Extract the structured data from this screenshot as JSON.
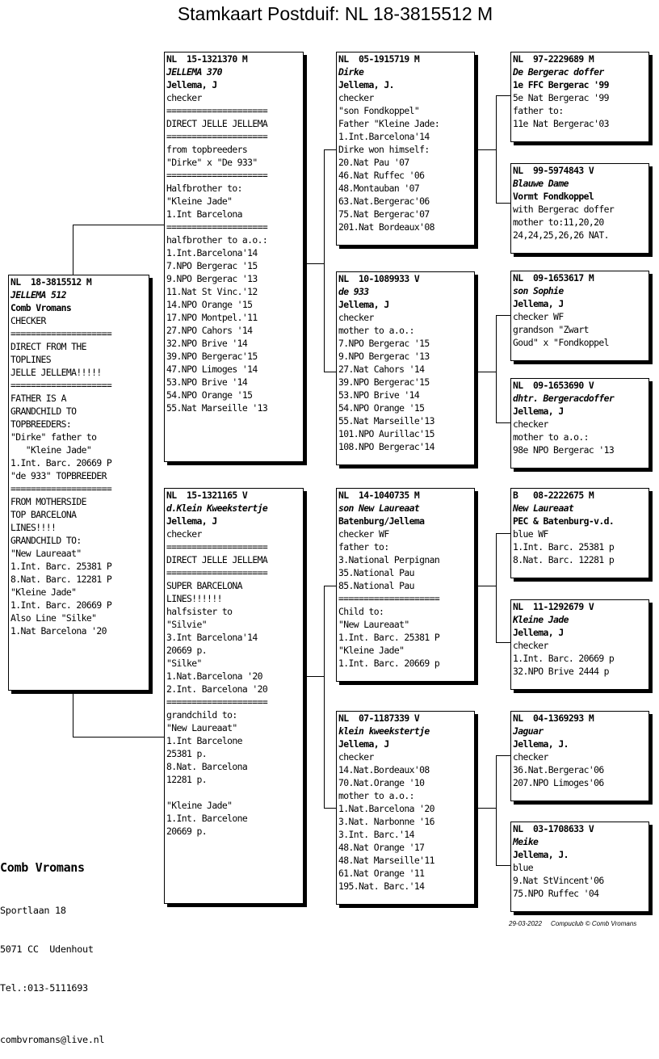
{
  "title": "Stamkaart Postduif: NL  18-3815512 M",
  "cards": {
    "subject": {
      "ring": "NL  18-3815512 M",
      "lines": [
        "JELLEMA 512",
        "Comb Vromans",
        "CHECKER",
        "====================",
        "DIRECT FROM THE",
        "TOPLINES",
        "JELLE JELLEMA!!!!!",
        "====================",
        "FATHER IS A",
        "GRANDCHILD TO",
        "TOPBREEDERS:",
        "\"Dirke\" father to",
        "   \"Kleine Jade\"",
        "1.Int. Barc. 20669 P",
        "\"de 933\" TOPBREEDER",
        "====================",
        "FROM MOTHERSIDE",
        "TOP BARCELONA",
        "LINES!!!!",
        "GRANDCHILD TO:",
        "\"New Laureaat\"",
        "1.Int. Barc. 25381 P",
        "8.Nat. Barc. 12281 P",
        "\"Kleine Jade\"",
        "1.Int. Barc. 20669 P",
        "Also Line \"Silke\"",
        "1.Nat Barcelona '20"
      ]
    },
    "father": {
      "ring": "NL  15-1321370 M",
      "lines": [
        "JELLEMA 370",
        "Jellema, J",
        "checker",
        "====================",
        "DIRECT JELLE JELLEMA",
        "====================",
        "from topbreeders",
        "\"Dirke\" x \"De 933\"",
        "====================",
        "Halfbrother to:",
        "\"Kleine Jade\"",
        "1.Int Barcelona",
        "====================",
        "halfbrother to a.o.:",
        "1.Int.Barcelona'14",
        "7.NPO Bergerac '15",
        "9.NPO Bergerac '13",
        "11.Nat St Vinc.'12",
        "14.NPO Orange '15",
        "17.NPO Montpel.'11",
        "27.NPO Cahors '14",
        "32.NPO Brive '14",
        "39.NPO Bergerac'15",
        "47.NPO Limoges '14",
        "53.NPO Brive '14",
        "54.NPO Orange '15",
        "55.Nat Marseille '13"
      ]
    },
    "mother": {
      "ring": "NL  15-1321165 V",
      "lines": [
        "d.Klein Kweekstertje",
        "Jellema, J",
        "checker",
        "====================",
        "DIRECT JELLE JELLEMA",
        "====================",
        "SUPER BARCELONA",
        "LINES!!!!!!",
        "halfsister to",
        "\"Silvie\"",
        "3.Int Barcelona'14",
        "20669 p.",
        "\"Silke\"",
        "1.Nat.Barcelona '20",
        "2.Int. Barcelona '20",
        "====================",
        "grandchild to:",
        "\"New Laureaat\"",
        "1.Int Barcelone",
        "25381 p.",
        "8.Nat. Barcelona",
        "12281 p.",
        "",
        "\"Kleine Jade\"",
        "1.Int. Barcelone",
        "20669 p."
      ]
    },
    "ff": {
      "ring": "NL  05-1915719 M",
      "lines": [
        "Dirke",
        "Jellema, J.",
        "checker",
        "\"son Fondkoppel\"",
        "Father \"Kleine Jade:",
        "1.Int.Barcelona'14",
        "Dirke won himself:",
        "20.Nat Pau '07",
        "46.Nat Ruffec '06",
        "48.Montauban '07",
        "63.Nat.Bergerac'06",
        "75.Nat Bergerac'07",
        "201.Nat Bordeaux'08"
      ]
    },
    "fm": {
      "ring": "NL  10-1089933 V",
      "lines": [
        "de 933",
        "Jellema, J",
        "checker",
        "mother to a.o.:",
        "7.NPO Bergerac '15",
        "9.NPO Bergerac '13",
        "27.Nat Cahors '14",
        "39.NPO Bergerac'15",
        "53.NPO Brive '14",
        "54.NPO Orange '15",
        "55.Nat Marseille'13",
        "101.NPO Aurillac'15",
        "108.NPO Bergerac'14"
      ]
    },
    "mf": {
      "ring": "NL  14-1040735 M",
      "lines": [
        "son New Laureaat",
        "Batenburg/Jellema",
        "checker WF",
        "father to:",
        "3.National Perpignan",
        "35.National Pau",
        "85.National Pau",
        "====================",
        "Child to:",
        "\"New Laureaat\"",
        "1.Int. Barc. 25381 P",
        "\"Kleine Jade\"",
        "1.Int. Barc. 20669 p"
      ]
    },
    "mm": {
      "ring": "NL  07-1187339 V",
      "lines": [
        "klein kweekstertje",
        "Jellema, J",
        "checker",
        "14.Nat.Bordeaux'08",
        "70.Nat.Orange '10",
        "mother to a.o.:",
        "1.Nat.Barcelona '20",
        "3.Nat. Narbonne '16",
        "3.Int. Barc.'14",
        "48.Nat Orange '17",
        "48.Nat Marseille'11",
        "61.Nat Orange '11",
        "195.Nat. Barc.'14"
      ]
    },
    "fff": {
      "ring": "NL  97-2229689 M",
      "lines": [
        "De Bergerac doffer",
        "1e FFC Bergerac '99",
        "5e Nat Bergerac '99",
        "father to:",
        "11e Nat Bergerac'03"
      ]
    },
    "ffm": {
      "ring": "NL  99-5974843 V",
      "lines": [
        "Blauwe Dame",
        "Vormt Fondkoppel",
        "with Bergerac doffer",
        "mother to:11,20,20",
        "24,24,25,26,26 NAT."
      ]
    },
    "fmf": {
      "ring": "NL  09-1653617 M",
      "lines": [
        "son Sophie",
        "Jellema, J",
        "checker WF",
        "grandson \"Zwart",
        "Goud\" x \"Fondkoppel"
      ]
    },
    "fmm": {
      "ring": "NL  09-1653690 V",
      "lines": [
        "dhtr. Bergeracdoffer",
        "Jellema, J",
        "checker",
        "mother to a.o.:",
        "98e NPO Bergerac '13"
      ]
    },
    "mff": {
      "ring": "B   08-2222675 M",
      "lines": [
        "New Laureaat",
        "PEC & Batenburg-v.d.",
        "blue WF",
        "1.Int. Barc. 25381 p",
        "8.Nat. Barc. 12281 p"
      ]
    },
    "mfm": {
      "ring": "NL  11-1292679 V",
      "lines": [
        "Kleine Jade",
        "Jellema, J",
        "checker",
        "1.Int. Barc. 20669 p",
        "32.NPO Brive 2444 p"
      ]
    },
    "mmf": {
      "ring": "NL  04-1369293 M",
      "lines": [
        "Jaguar",
        "Jellema, J.",
        "checker",
        "36.Nat.Bergerac'06",
        "207.NPO Limoges'06"
      ]
    },
    "mmm": {
      "ring": "NL  03-1708633 V",
      "lines": [
        "Meike",
        "Jellema, J.",
        "blue",
        "9.Nat StVincent'06",
        "75.NPO Ruffec '04"
      ]
    }
  },
  "owner": {
    "name": "Comb Vromans",
    "street": "Sportlaan 18",
    "city": "5071 CC  Udenhout",
    "tel": "Tel.:013-5111693",
    "email": "combvromans@live.nl"
  },
  "footer": "29-03-2022     Compuclub © Comb Vromans"
}
